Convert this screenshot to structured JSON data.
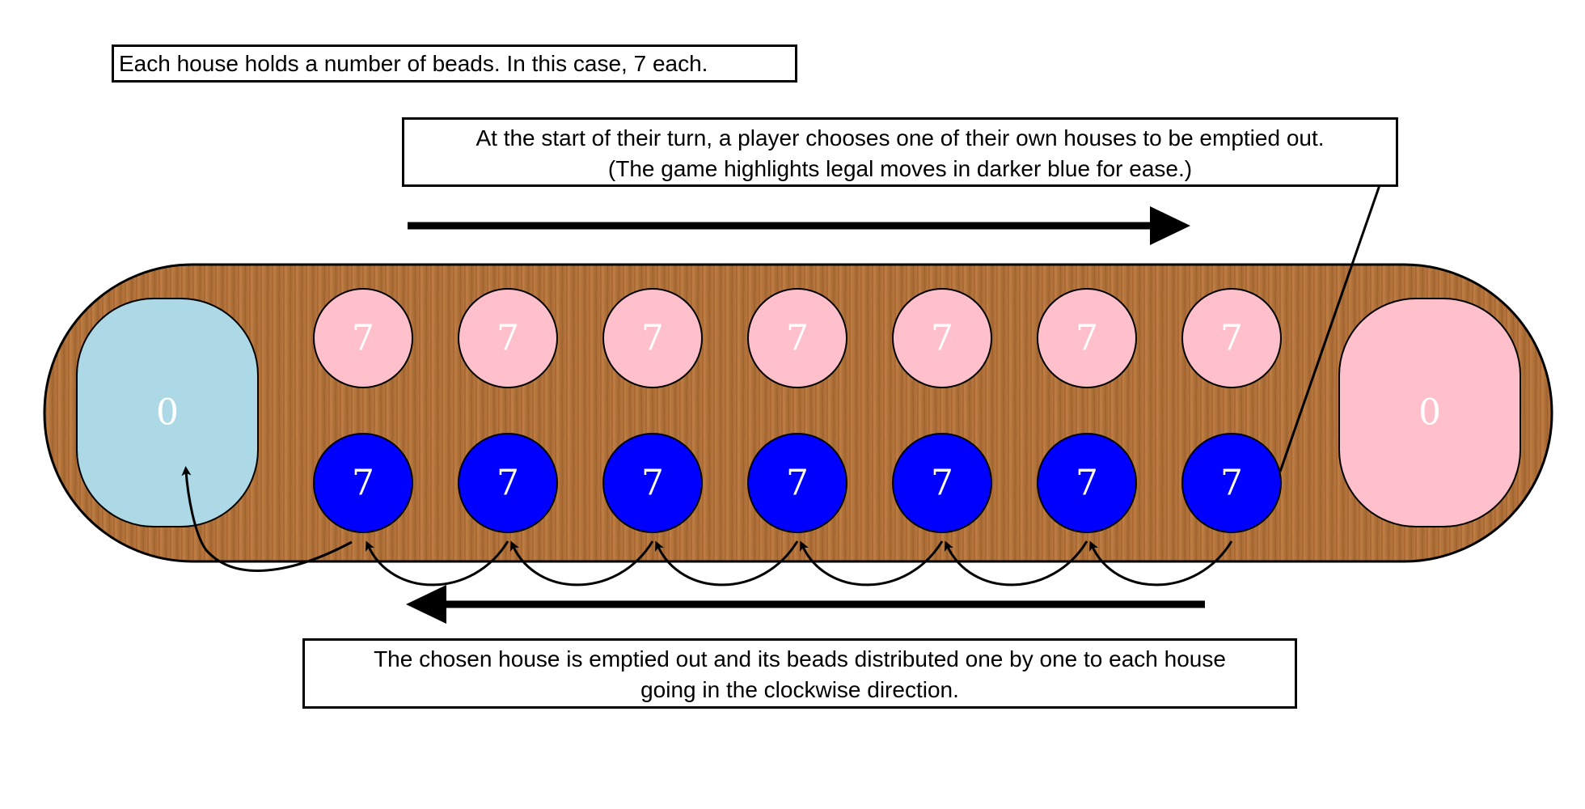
{
  "notes": {
    "beads": "Each house holds a number of beads. In this case, 7 each.",
    "choose_line1": "At the start of their turn, a player chooses one of their own houses to be emptied out.",
    "choose_line2": "(The game highlights legal moves in darker blue for ease.)",
    "distribute_line1": "The chosen house is emptied out and its beads distributed one by one to each house",
    "distribute_line2": "going in the clockwise direction."
  },
  "board": {
    "left_store": "0",
    "right_store": "0",
    "top_houses": [
      "7",
      "7",
      "7",
      "7",
      "7",
      "7",
      "7"
    ],
    "bottom_houses": [
      "7",
      "7",
      "7",
      "7",
      "7",
      "7",
      "7"
    ]
  },
  "colors": {
    "wood": "#b06e36",
    "pink": "#ffc0cb",
    "light_blue": "#add8e6",
    "dark_blue": "#0000ff"
  }
}
